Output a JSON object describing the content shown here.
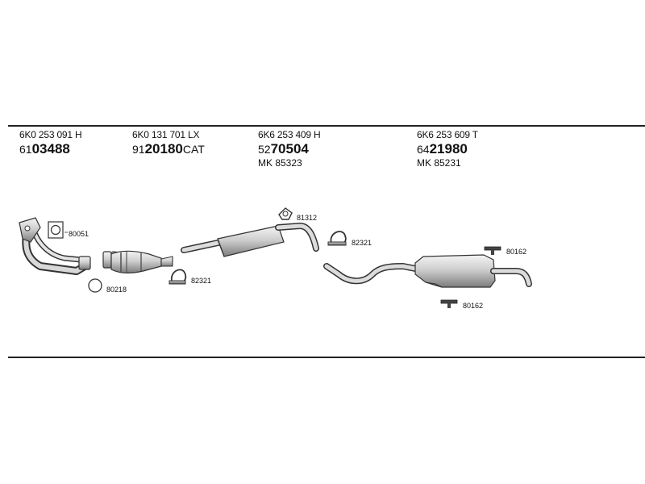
{
  "columns": [
    {
      "oe": "6K0 253 091 H",
      "pn_prefix": "61",
      "pn_main": "03488",
      "pn_suffix": "",
      "mk": ""
    },
    {
      "oe": "6K0 131 701 LX",
      "pn_prefix": "91",
      "pn_main": "20180",
      "pn_suffix": "CAT",
      "mk": ""
    },
    {
      "oe": "6K6 253 409 H",
      "pn_prefix": "52",
      "pn_main": "70504",
      "pn_suffix": "",
      "mk": "MK  85323"
    },
    {
      "oe": "6K6 253 609 T",
      "pn_prefix": "64",
      "pn_main": "21980",
      "pn_suffix": "",
      "mk": "MK  85231"
    }
  ],
  "callouts": {
    "gasket_80051": "80051",
    "ring_80218": "80218",
    "clamp_82321_a": "82321",
    "clamp_81312": "81312",
    "clamp_82321_b": "82321",
    "hanger_80162_a": "80162",
    "hanger_80162_b": "80162"
  }
}
